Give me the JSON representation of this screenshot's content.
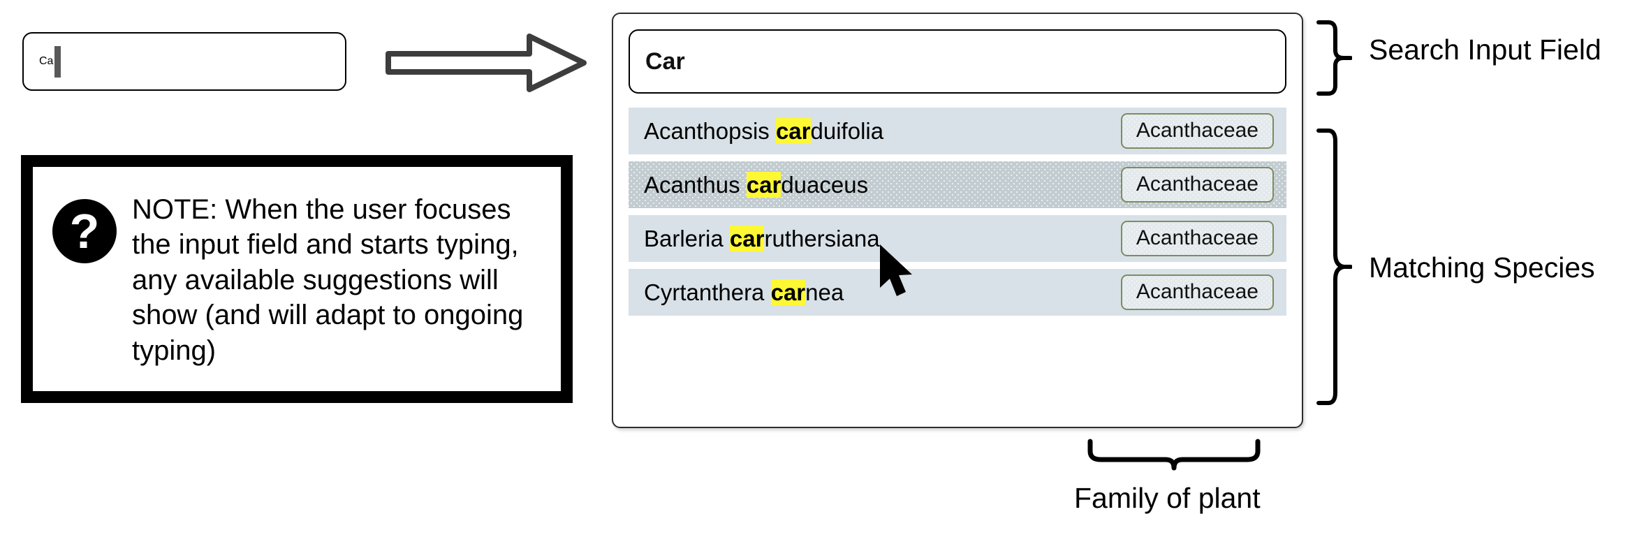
{
  "typing_demo": {
    "input_value": "Ca",
    "caret": "text-cursor"
  },
  "arrow": {
    "name": "right-arrow",
    "color": "#3d3d3d"
  },
  "note": {
    "icon_glyph": "?",
    "text": "NOTE: When the user focuses the input field and starts typing, any available suggestions will show (and will adapt to ongoing typing)"
  },
  "widget": {
    "search": {
      "value": "Car",
      "placeholder": ""
    },
    "suggestions": [
      {
        "prefix": "Acanthopsis ",
        "match": "car",
        "suffix": "duifolia",
        "family": "Acanthaceae",
        "hovered": false
      },
      {
        "prefix": "Acanthus ",
        "match": "car",
        "suffix": "duaceus",
        "family": "Acanthaceae",
        "hovered": true
      },
      {
        "prefix": "Barleria ",
        "match": "car",
        "suffix": "ruthersiana",
        "family": "Acanthaceae",
        "hovered": false
      },
      {
        "prefix": "Cyrtanthera ",
        "match": "car",
        "suffix": "nea",
        "family": "Acanthaceae",
        "hovered": false
      }
    ]
  },
  "annotations": {
    "search_input_field": "Search Input Field",
    "matching_species": "Matching Species",
    "family_of_plant": "Family of plant"
  },
  "colors": {
    "row_background": "#d8e1e7",
    "row_hover_background": "#c2ccd1",
    "highlight": "#fdf833",
    "badge_border": "#7e8b5e",
    "badge_background": "#e3e9ec",
    "caret": "#595959",
    "arrow_outline": "#3d3d3d"
  }
}
